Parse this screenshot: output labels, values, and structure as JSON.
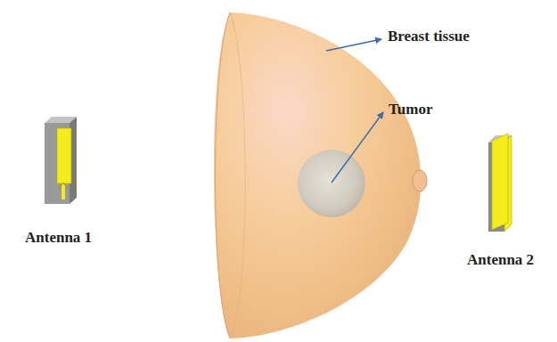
{
  "diagram": {
    "labels": [
      "Breast tissue",
      "Tumor",
      "Antenna 1",
      "Antenna 2"
    ]
  }
}
